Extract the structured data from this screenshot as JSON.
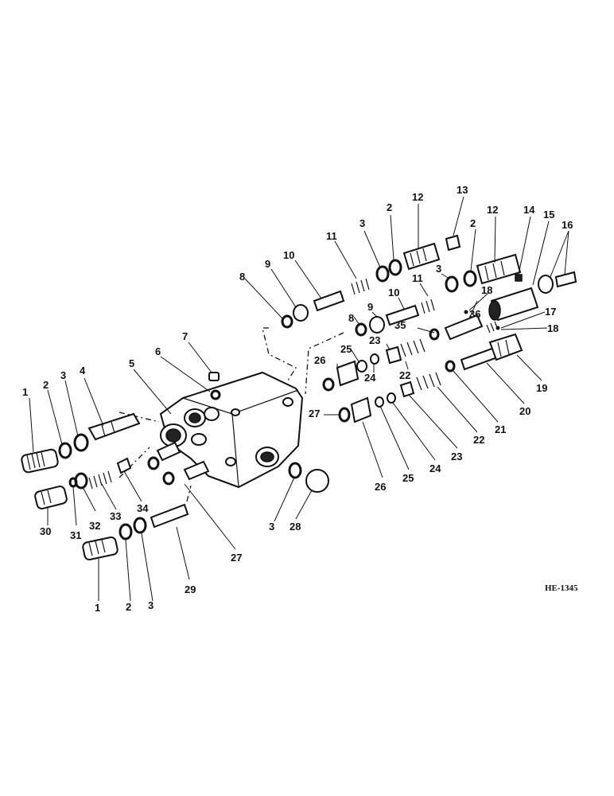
{
  "reference": "HE-1345",
  "callouts": [
    {
      "id": "c1a",
      "text": "1"
    },
    {
      "id": "c2a",
      "text": "2"
    },
    {
      "id": "c3a",
      "text": "3"
    },
    {
      "id": "c4",
      "text": "4"
    },
    {
      "id": "c5",
      "text": "5"
    },
    {
      "id": "c6",
      "text": "6"
    },
    {
      "id": "c7",
      "text": "7"
    },
    {
      "id": "c8a",
      "text": "8"
    },
    {
      "id": "c9a",
      "text": "9"
    },
    {
      "id": "c10a",
      "text": "10"
    },
    {
      "id": "c11a",
      "text": "11"
    },
    {
      "id": "c3b",
      "text": "3"
    },
    {
      "id": "c2b",
      "text": "2"
    },
    {
      "id": "c12a",
      "text": "12"
    },
    {
      "id": "c13",
      "text": "13"
    },
    {
      "id": "c12b",
      "text": "12"
    },
    {
      "id": "c2c",
      "text": "2"
    },
    {
      "id": "c14",
      "text": "14"
    },
    {
      "id": "c15",
      "text": "15"
    },
    {
      "id": "c16",
      "text": "16"
    },
    {
      "id": "c3c",
      "text": "3"
    },
    {
      "id": "c11b",
      "text": "11"
    },
    {
      "id": "c10b",
      "text": "10"
    },
    {
      "id": "c9b",
      "text": "9"
    },
    {
      "id": "c8b",
      "text": "8"
    },
    {
      "id": "c18a",
      "text": "18"
    },
    {
      "id": "c36",
      "text": "36"
    },
    {
      "id": "c17",
      "text": "17"
    },
    {
      "id": "c18b",
      "text": "18"
    },
    {
      "id": "c35",
      "text": "35"
    },
    {
      "id": "c23a",
      "text": "23"
    },
    {
      "id": "c25a",
      "text": "25"
    },
    {
      "id": "c26a",
      "text": "26"
    },
    {
      "id": "c24a",
      "text": "24"
    },
    {
      "id": "c22a",
      "text": "22"
    },
    {
      "id": "c19",
      "text": "19"
    },
    {
      "id": "c20",
      "text": "20"
    },
    {
      "id": "c27a",
      "text": "27"
    },
    {
      "id": "c21",
      "text": "21"
    },
    {
      "id": "c22b",
      "text": "22"
    },
    {
      "id": "c23b",
      "text": "23"
    },
    {
      "id": "c24b",
      "text": "24"
    },
    {
      "id": "c25b",
      "text": "25"
    },
    {
      "id": "c26b",
      "text": "26"
    },
    {
      "id": "c3d",
      "text": "3"
    },
    {
      "id": "c28",
      "text": "28"
    },
    {
      "id": "c27b",
      "text": "27"
    },
    {
      "id": "c34",
      "text": "34"
    },
    {
      "id": "c33",
      "text": "33"
    },
    {
      "id": "c32",
      "text": "32"
    },
    {
      "id": "c31",
      "text": "31"
    },
    {
      "id": "c30",
      "text": "30"
    },
    {
      "id": "c29",
      "text": "29"
    },
    {
      "id": "c1b",
      "text": "1"
    },
    {
      "id": "c2d",
      "text": "2"
    },
    {
      "id": "c3e",
      "text": "3"
    }
  ]
}
